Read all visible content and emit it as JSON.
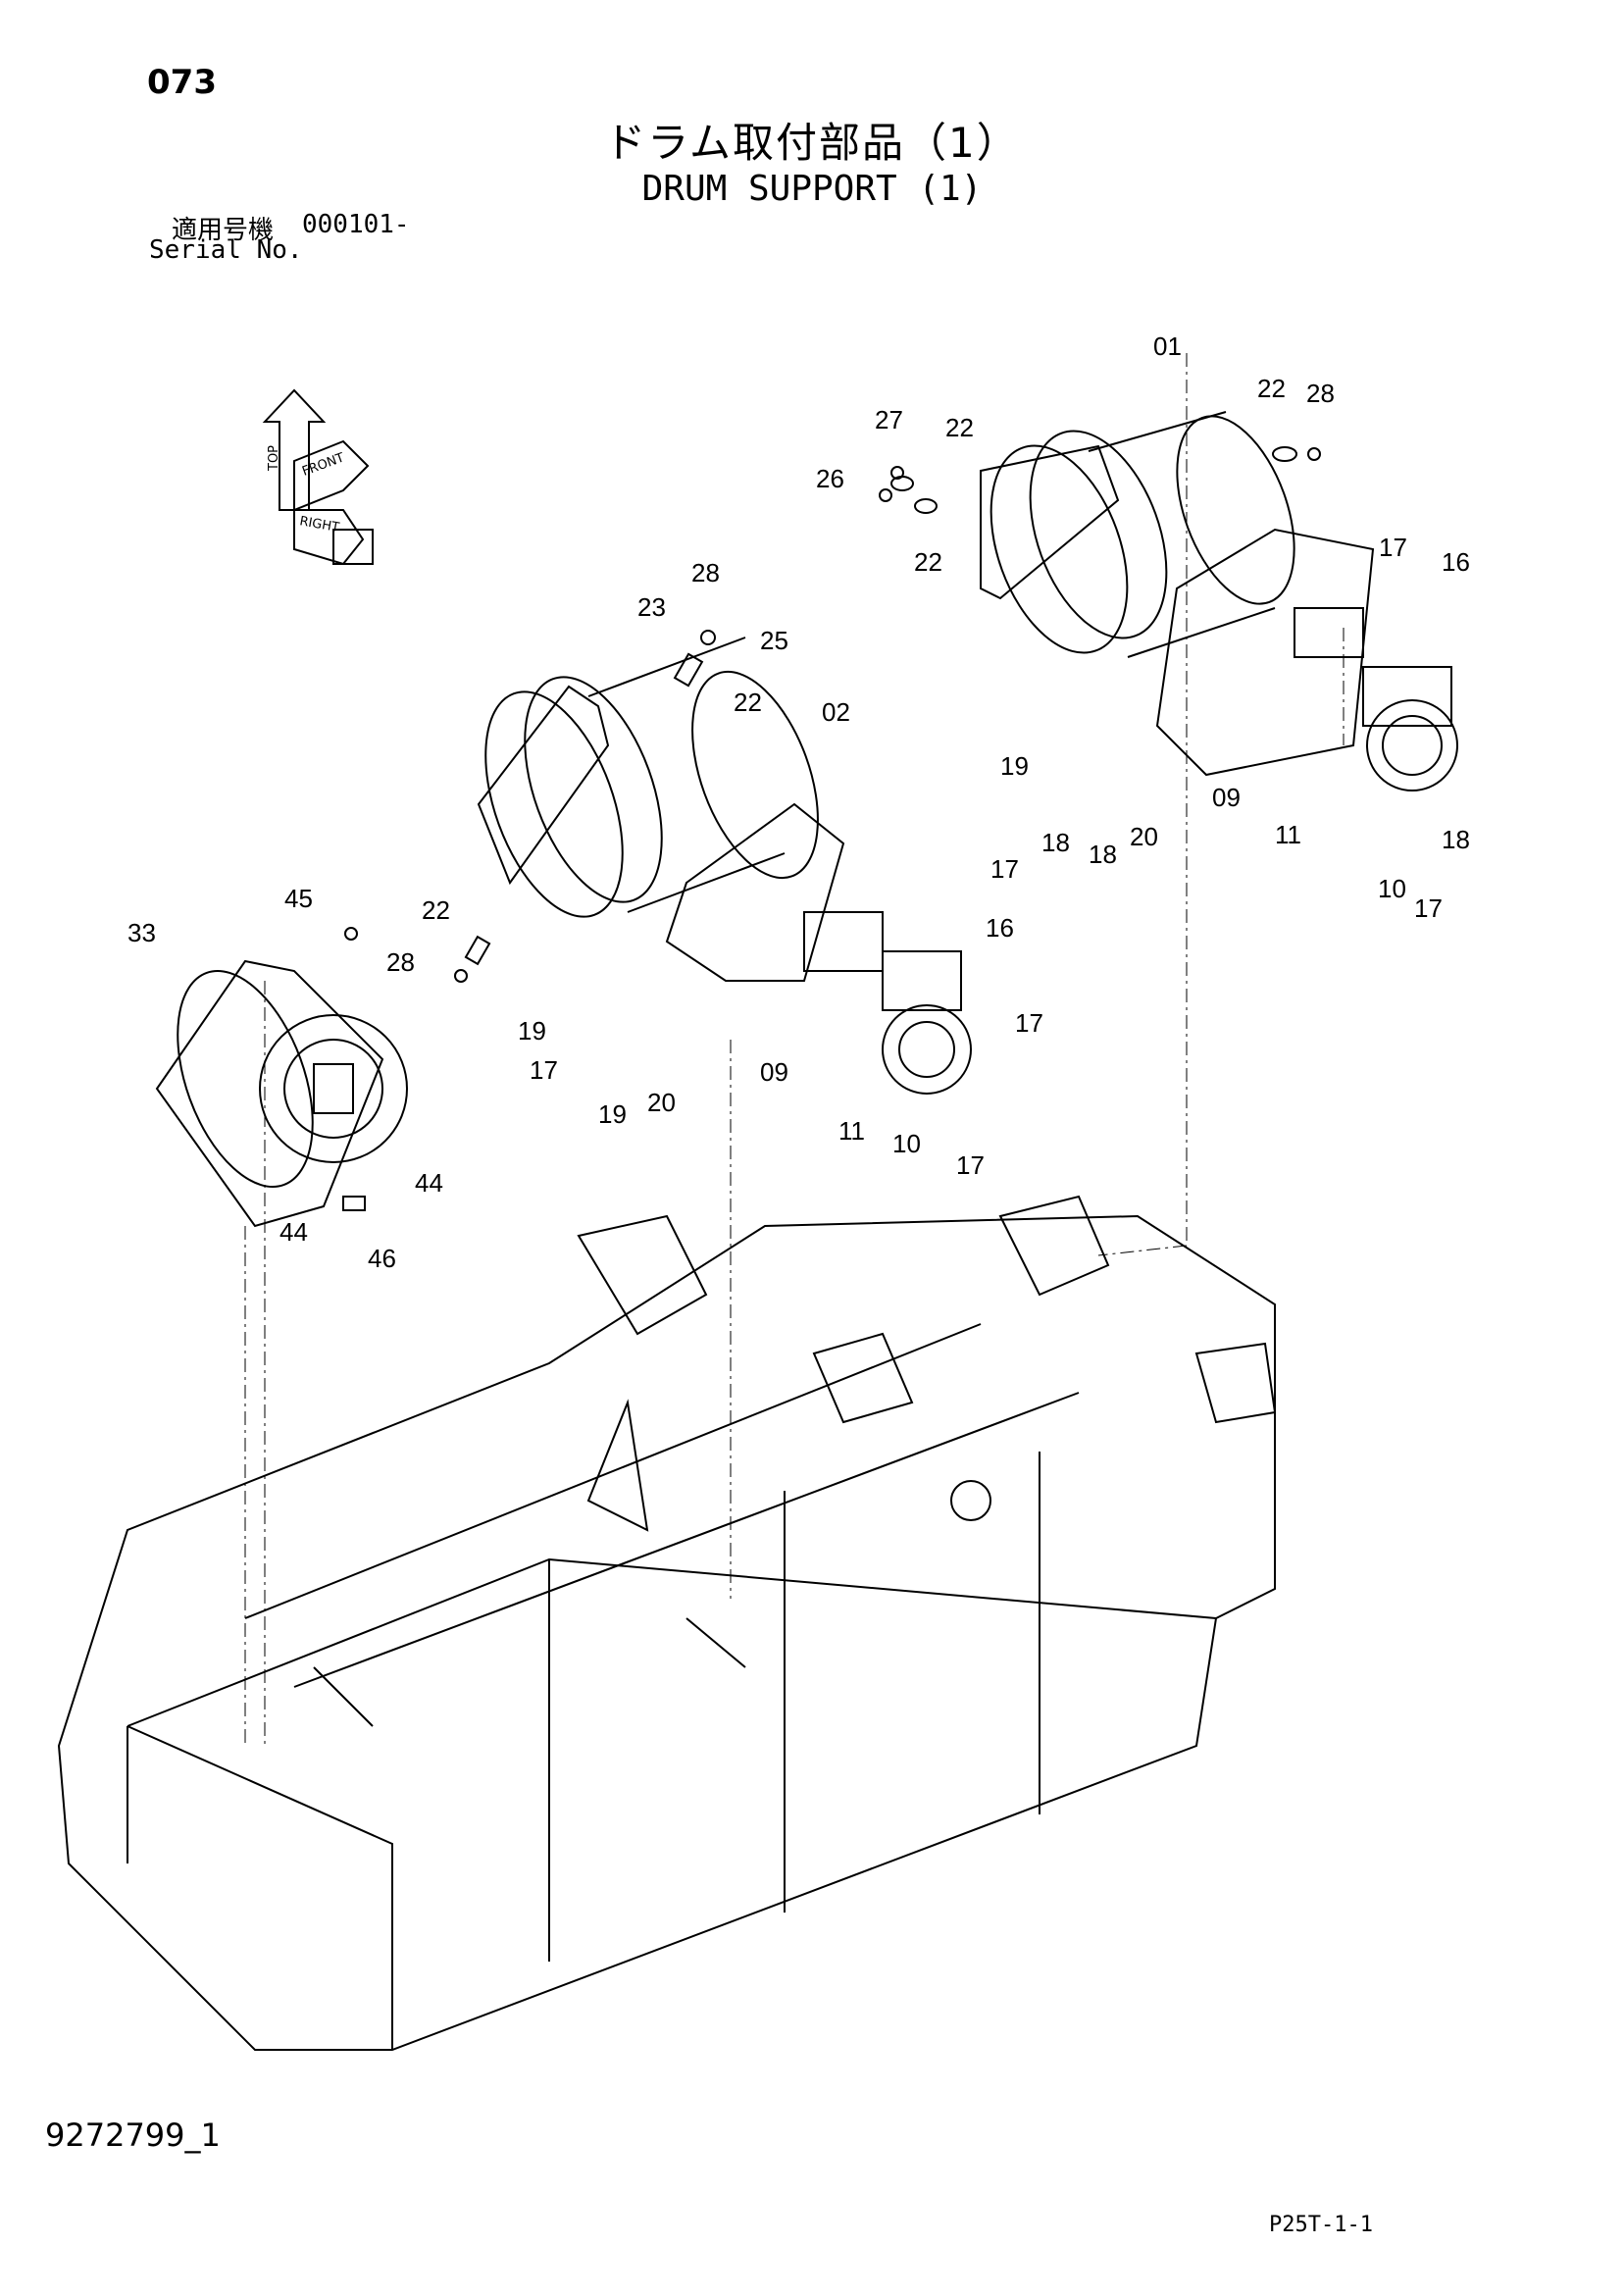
{
  "header": {
    "page_number": "073",
    "title_jp": "ドラム取付部品（1）",
    "title_en": "DRUM SUPPORT (1)",
    "serial_label_jp": "適用号機",
    "serial_value": "000101-",
    "serial_label_en": "Serial No."
  },
  "footer": {
    "drawing_number": "9272799_1",
    "page_code": "P25T-1-1"
  },
  "orientation_icon": {
    "labels": [
      "TOP",
      "FRONT",
      "RIGHT"
    ]
  },
  "callouts": [
    "01",
    "02",
    "33",
    "45",
    "09",
    "09",
    "10",
    "10",
    "11",
    "11",
    "16",
    "16",
    "17",
    "17",
    "17",
    "17",
    "17",
    "17",
    "18",
    "18",
    "18",
    "19",
    "19",
    "19",
    "20",
    "20",
    "22",
    "22",
    "22",
    "22",
    "22",
    "23",
    "25",
    "26",
    "27",
    "28",
    "28",
    "28",
    "44",
    "44",
    "46"
  ]
}
